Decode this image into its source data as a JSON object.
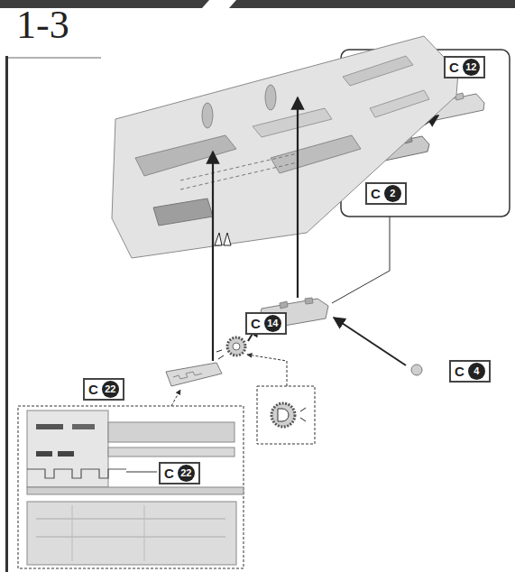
{
  "diagram": {
    "title": "1-3",
    "nodes": [
      {
        "text": [
          "C",
          "12"
        ]
      },
      {
        "text": [
          "C",
          "2"
        ]
      },
      {
        "text": [
          "C",
          "14"
        ]
      },
      {
        "text": [
          "C",
          "4"
        ]
      },
      {
        "text": [
          "C",
          "22"
        ]
      },
      {
        "text": [
          "C",
          "22"
        ]
      }
    ]
  }
}
